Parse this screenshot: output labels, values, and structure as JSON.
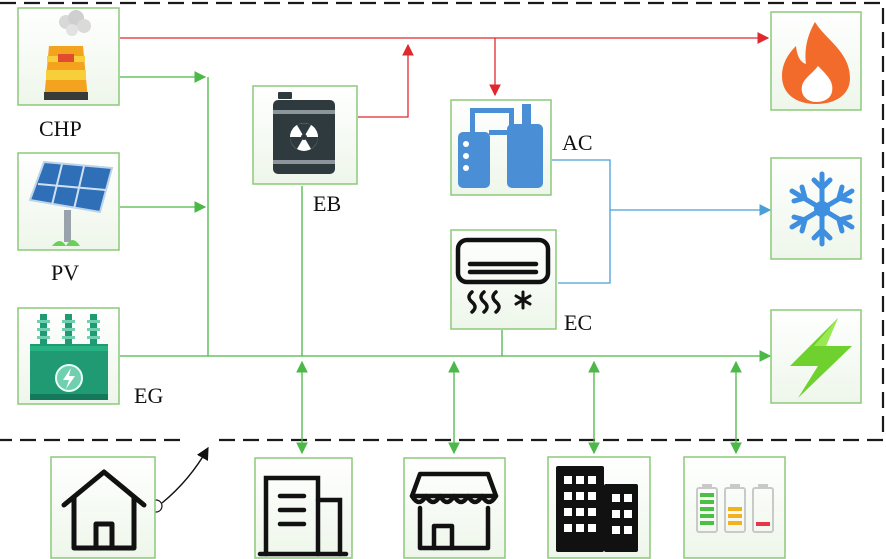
{
  "labels": {
    "chp": "CHP",
    "pv": "PV",
    "eg": "EG",
    "eb": "EB",
    "ac": "AC",
    "ec": "EC"
  },
  "nodes": [
    {
      "id": "chp",
      "icon": "chp-plant-icon"
    },
    {
      "id": "pv",
      "icon": "solar-panel-icon"
    },
    {
      "id": "eg",
      "icon": "transformer-icon"
    },
    {
      "id": "eb",
      "icon": "radioactive-barrel-icon"
    },
    {
      "id": "ac",
      "icon": "absorption-chiller-icon"
    },
    {
      "id": "ec",
      "icon": "air-conditioner-icon"
    },
    {
      "id": "heat",
      "icon": "flame-icon"
    },
    {
      "id": "cool",
      "icon": "snowflake-icon"
    },
    {
      "id": "power",
      "icon": "lightning-icon"
    },
    {
      "id": "house",
      "icon": "house-icon"
    },
    {
      "id": "office",
      "icon": "office-building-icon"
    },
    {
      "id": "shop",
      "icon": "shop-icon"
    },
    {
      "id": "apartment",
      "icon": "apartment-building-icon"
    },
    {
      "id": "storage",
      "icon": "battery-storage-icon"
    }
  ],
  "colors": {
    "heat_line": "#e0282f",
    "power_line": "#4cb848",
    "cool_line": "#4a9fd8",
    "box_border": "#8cc87a",
    "box_fill": "#ffffff",
    "flame": "#f26b2a",
    "snowflake": "#3f8fe0",
    "lightning": "#6fd12e",
    "chiller": "#4a8fd6",
    "dashed_border": "#1a1a1a"
  }
}
